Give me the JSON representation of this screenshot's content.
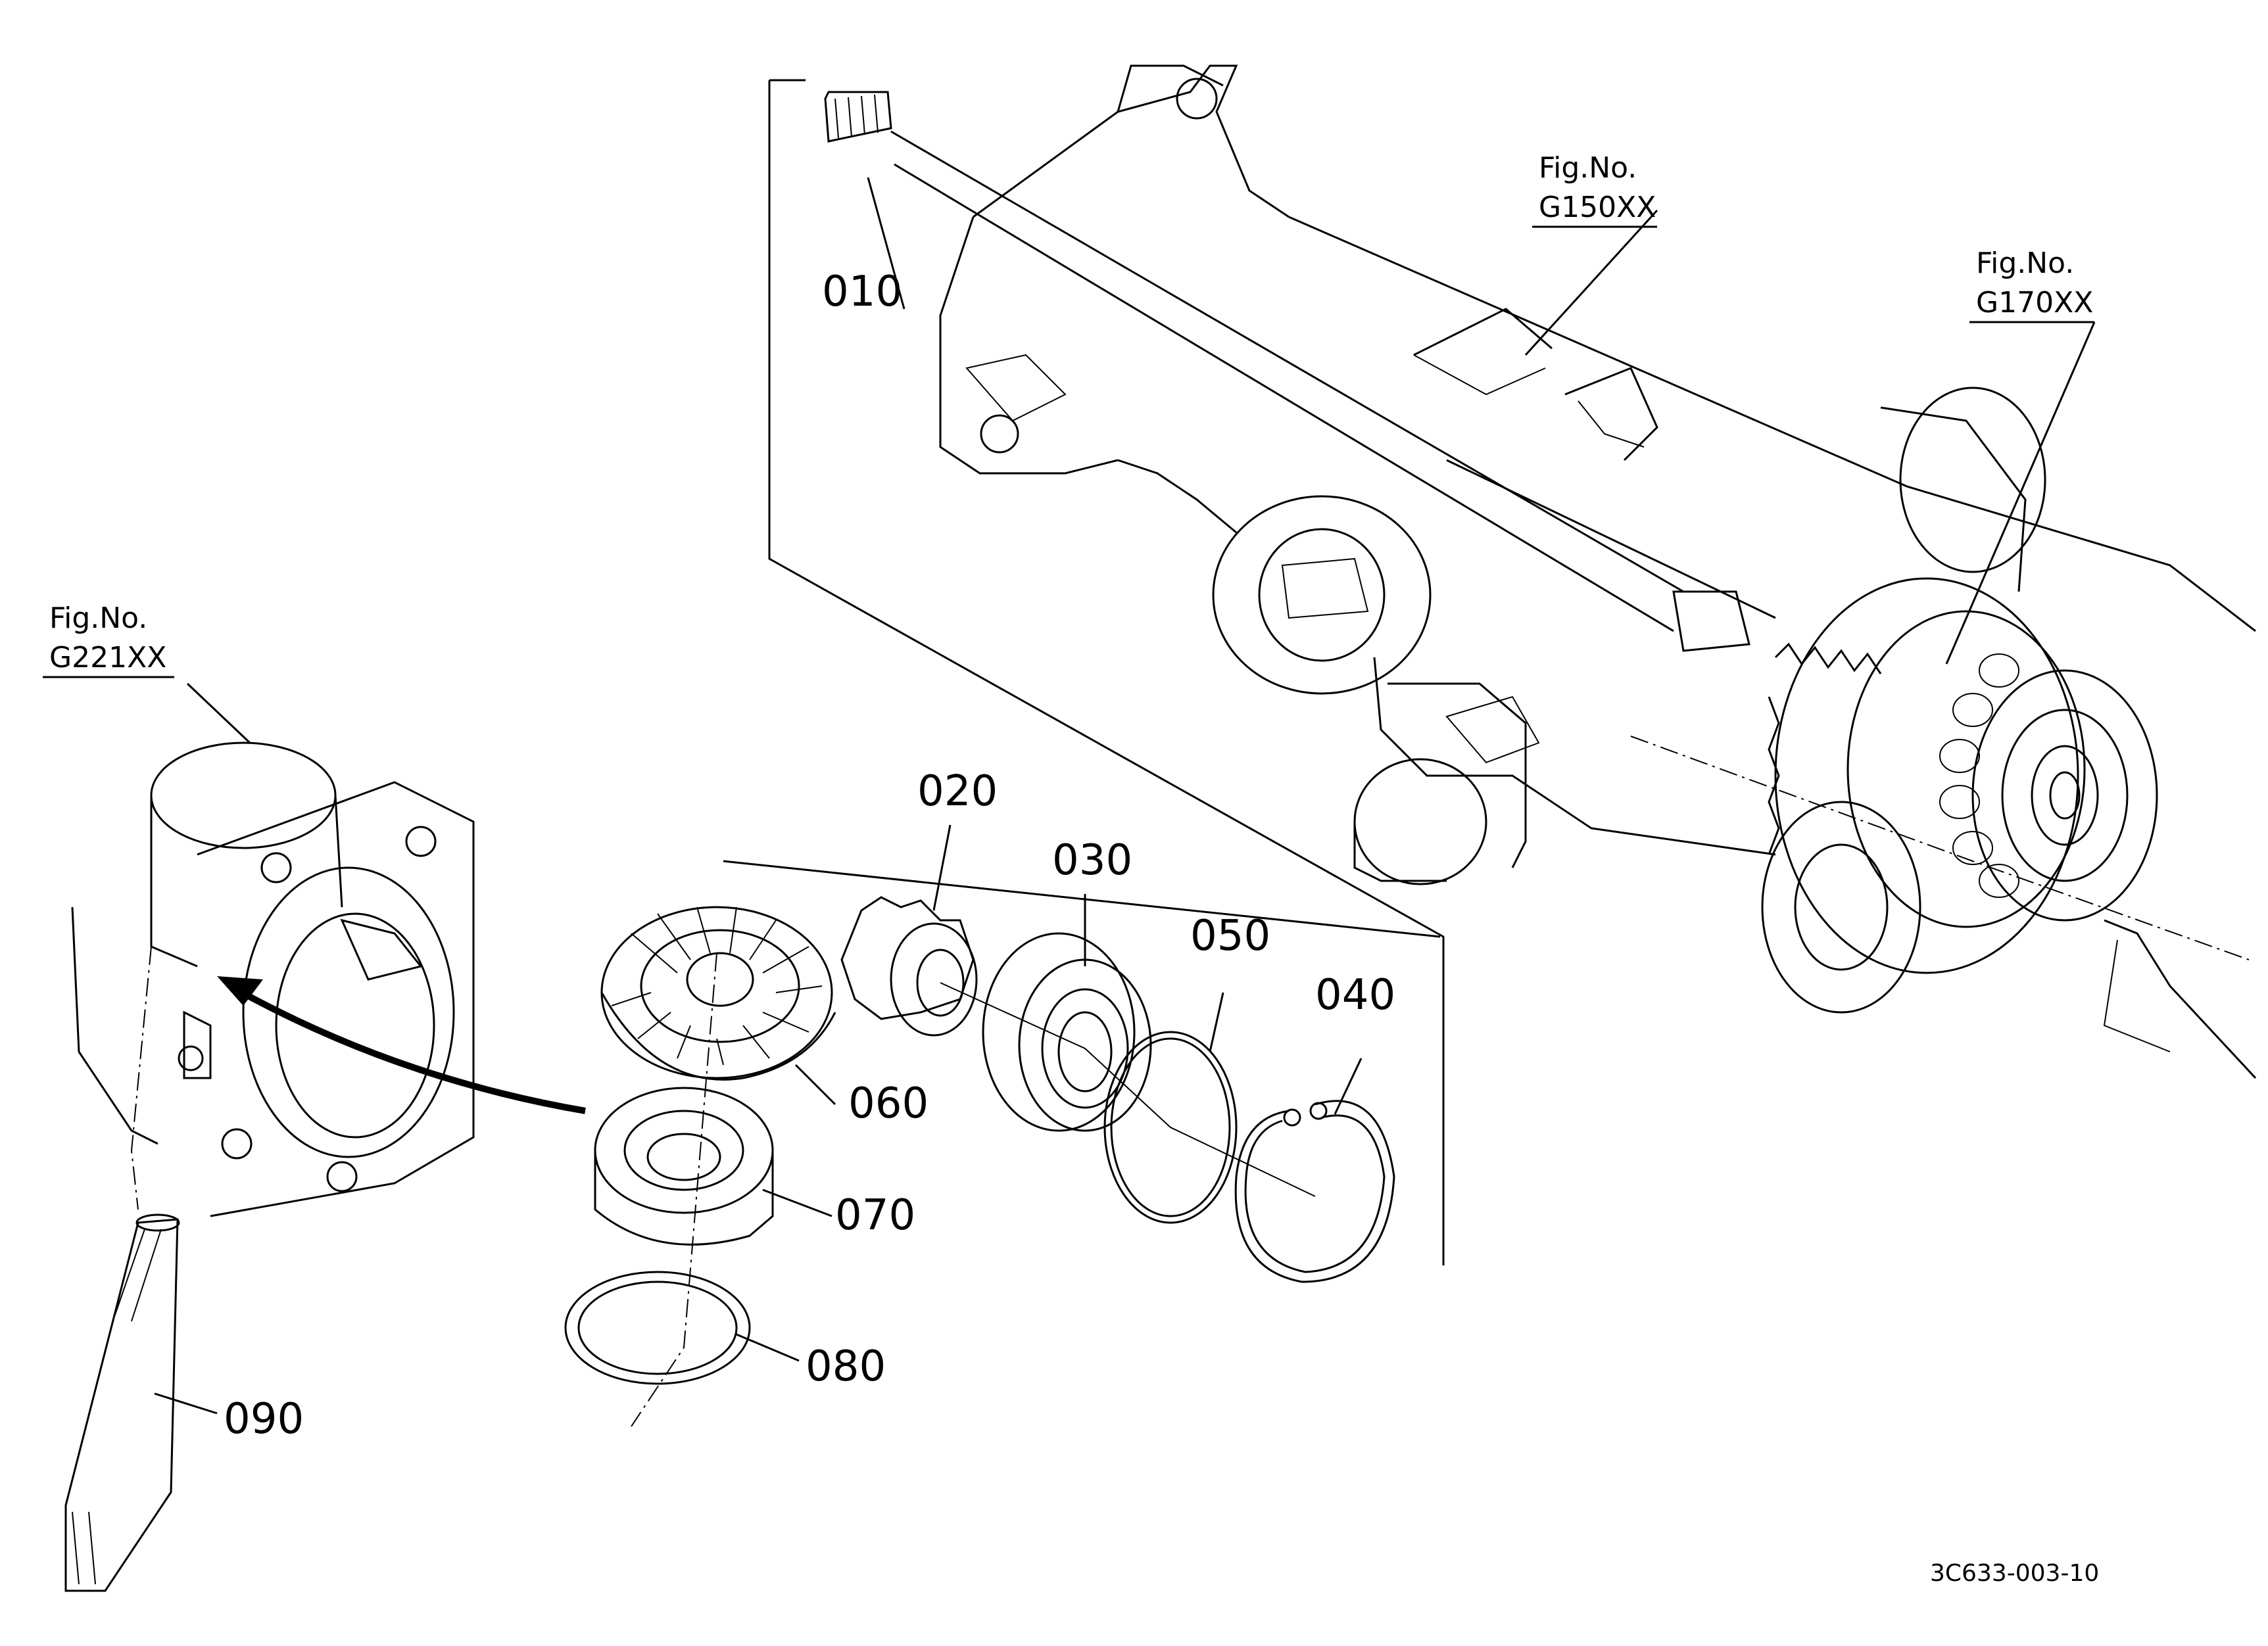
{
  "diagram": {
    "figure_refs": [
      {
        "id": "g150",
        "line1": "Fig.No.",
        "line2": "G150XX"
      },
      {
        "id": "g170",
        "line1": "Fig.No.",
        "line2": "G170XX"
      },
      {
        "id": "g221",
        "line1": "Fig.No.",
        "line2": "G221XX"
      }
    ],
    "callouts": [
      {
        "id": "010",
        "label": "010"
      },
      {
        "id": "020",
        "label": "020"
      },
      {
        "id": "030",
        "label": "030"
      },
      {
        "id": "040",
        "label": "040"
      },
      {
        "id": "050",
        "label": "050"
      },
      {
        "id": "060",
        "label": "060"
      },
      {
        "id": "070",
        "label": "070"
      },
      {
        "id": "080",
        "label": "080"
      },
      {
        "id": "090",
        "label": "090"
      }
    ],
    "drawing_number": "3C633-003-10"
  }
}
